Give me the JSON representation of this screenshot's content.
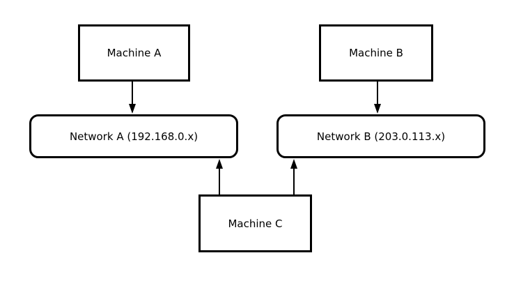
{
  "diagram": {
    "title": "network-topology-diagram",
    "background_color": "#ffffff",
    "stroke_color": "#000000",
    "nodes": {
      "machine_a": {
        "label": "Machine A",
        "shape": "rectangle"
      },
      "machine_b": {
        "label": "Machine B",
        "shape": "rectangle"
      },
      "network_a": {
        "label": "Network A (192.168.0.x)",
        "shape": "rounded-rectangle"
      },
      "network_b": {
        "label": "Network B (203.0.113.x)",
        "shape": "rounded-rectangle"
      },
      "machine_c": {
        "label": "Machine C",
        "shape": "rectangle"
      }
    },
    "edges": [
      {
        "from": "machine_a",
        "to": "network_a",
        "direction": "down",
        "style": "solid-arrow"
      },
      {
        "from": "machine_b",
        "to": "network_b",
        "direction": "down",
        "style": "solid-arrow"
      },
      {
        "from": "machine_c",
        "to": "network_a",
        "direction": "up",
        "style": "solid-arrow"
      },
      {
        "from": "machine_c",
        "to": "network_b",
        "direction": "up",
        "style": "solid-arrow"
      }
    ]
  }
}
